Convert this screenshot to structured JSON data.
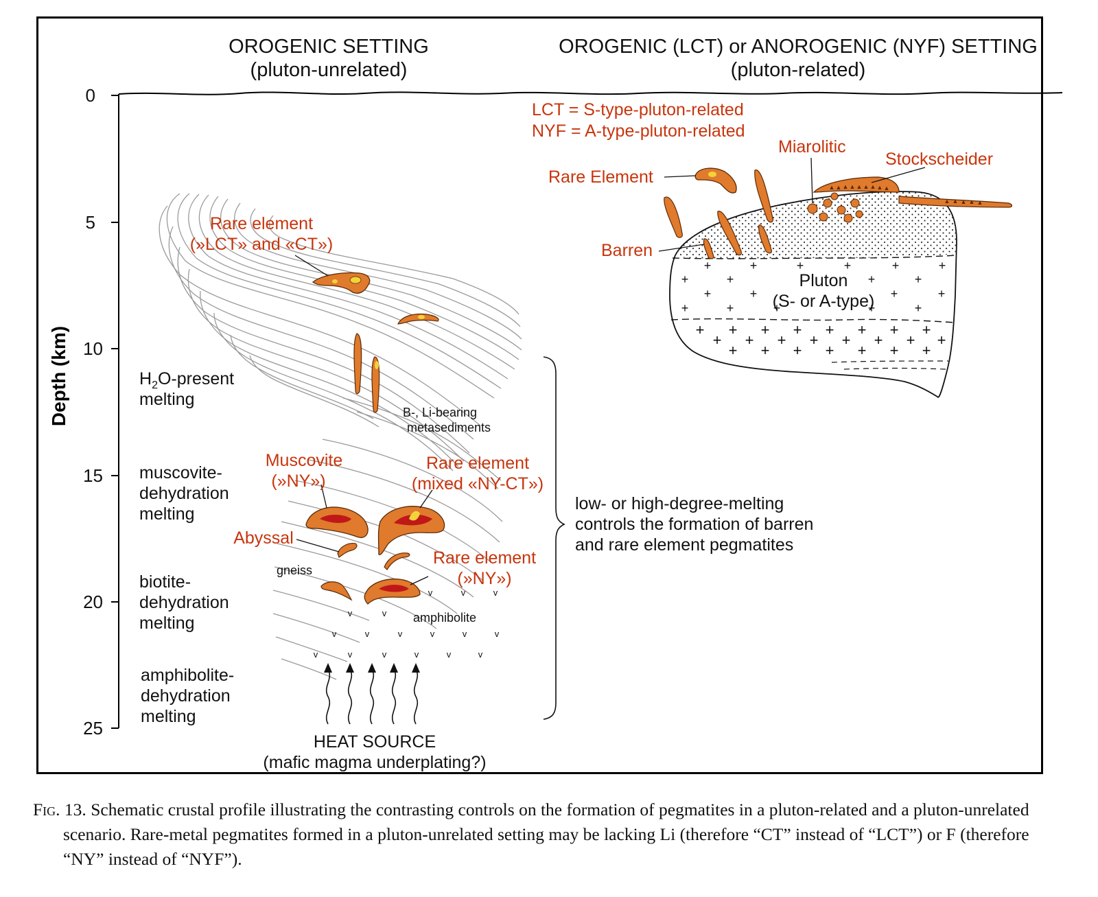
{
  "diagram": {
    "left_title": {
      "line1": "OROGENIC SETTING",
      "line2": "(pluton-unrelated)"
    },
    "right_title": {
      "line1": "OROGENIC (LCT) or ANOROGENIC (NYF) SETTING",
      "line2": "(pluton-related)"
    },
    "depth_axis": {
      "label": "Depth (km)",
      "ticks": [
        "0",
        "5",
        "10",
        "15",
        "20",
        "25"
      ]
    },
    "melting_zones": {
      "h2o": {
        "prefix": "H",
        "sub": "2",
        "suffix": "O-present",
        "line2": "melting"
      },
      "muscovite": [
        "muscovite-",
        "dehydration",
        "melting"
      ],
      "biotite": [
        "biotite-",
        "dehydration",
        "melting"
      ],
      "amphibolite": [
        "amphibolite-",
        "dehydration",
        "melting"
      ]
    },
    "rock_labels": {
      "metasediments": [
        "B-, Li-bearing",
        "metasediments"
      ],
      "gneiss": "gneiss",
      "amphibolite": "amphibolite"
    },
    "pegmatite_labels": {
      "rare_element_lct_ct": [
        "Rare element",
        "(»LCT» and «CT»)"
      ],
      "muscovite_ny": [
        "Muscovite",
        "(»NY»)"
      ],
      "rare_element_mixed": [
        "Rare element",
        "(mixed «NY-CT»)"
      ],
      "abyssal": "Abyssal",
      "rare_element_ny": [
        "Rare element",
        "(»NY»)"
      ]
    },
    "heat_source": {
      "line1": "HEAT SOURCE",
      "line2": "(mafic magma underplating?)"
    },
    "bracket_note": [
      "low- or high-degree-melting",
      "controls the formation of barren",
      "and rare element pegmatites"
    ],
    "legend": {
      "lct": "LCT = S-type-pluton-related",
      "nyf": "NYF = A-type-pluton-related"
    },
    "pluton_labels": {
      "miarolitic": "Miarolitic",
      "stockscheider": "Stockscheider",
      "rare_element": "Rare Element",
      "barren": "Barren",
      "pluton": "Pluton",
      "pluton_type": "(S- or A-type)"
    },
    "colors": {
      "pegmatite_fill": "#e07a2c",
      "pegmatite_core": "#c01818",
      "pegmatite_highlight": "#f2d33a",
      "label_red": "#c8350d",
      "foliation_gray": "#9a9a9a"
    }
  },
  "caption": {
    "fig_label": "Fig. 13.",
    "text": "Schematic crustal profile illustrating the contrasting controls on the formation of pegmatites in a pluton-related and a pluton-unrelated scenario. Rare-metal pegmatites formed in a pluton-unrelated setting may be lacking Li (therefore “CT” instead of “LCT”) or F (therefore “NY” instead of “NYF”)."
  }
}
